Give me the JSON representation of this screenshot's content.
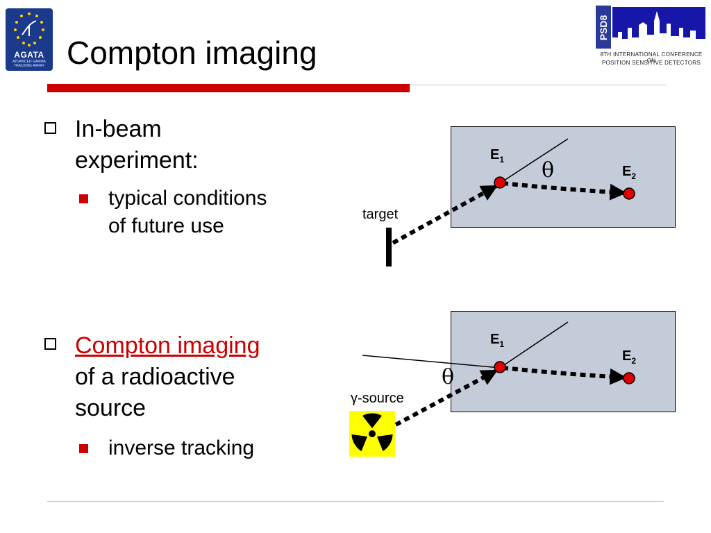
{
  "logos": {
    "agata": {
      "name": "AGATA",
      "subtitle": "ADVANCED GAMMA TRACKING ARRAY"
    },
    "psd8": {
      "badge": "PSD8",
      "line1": "8TH INTERNATIONAL CONFERENCE ON",
      "line2": "POSITION SENSITIVE DETECTORS"
    }
  },
  "title": "Compton imaging",
  "bullets": [
    {
      "text_lines": [
        "In-beam",
        "experiment:"
      ],
      "sub": [
        "typical conditions",
        "of future use"
      ]
    },
    {
      "link": "Compton imaging",
      "text_lines": [
        "of a radioactive",
        "source"
      ],
      "sub": [
        "inverse tracking"
      ]
    }
  ],
  "diagram_top": {
    "target_label": "target",
    "e1": "E",
    "e1_sub": "1",
    "e2": "E",
    "e2_sub": "2",
    "angle": "θ"
  },
  "diagram_bottom": {
    "source_label": "γ-source",
    "e1": "E",
    "e1_sub": "1",
    "e2": "E",
    "e2_sub": "2",
    "angle": "θ"
  },
  "colors": {
    "accent_red": "#cc0000",
    "detector_fill": "#c4cbd9",
    "hit_red": "#e00000",
    "radiation_yellow": "#ffff00"
  }
}
